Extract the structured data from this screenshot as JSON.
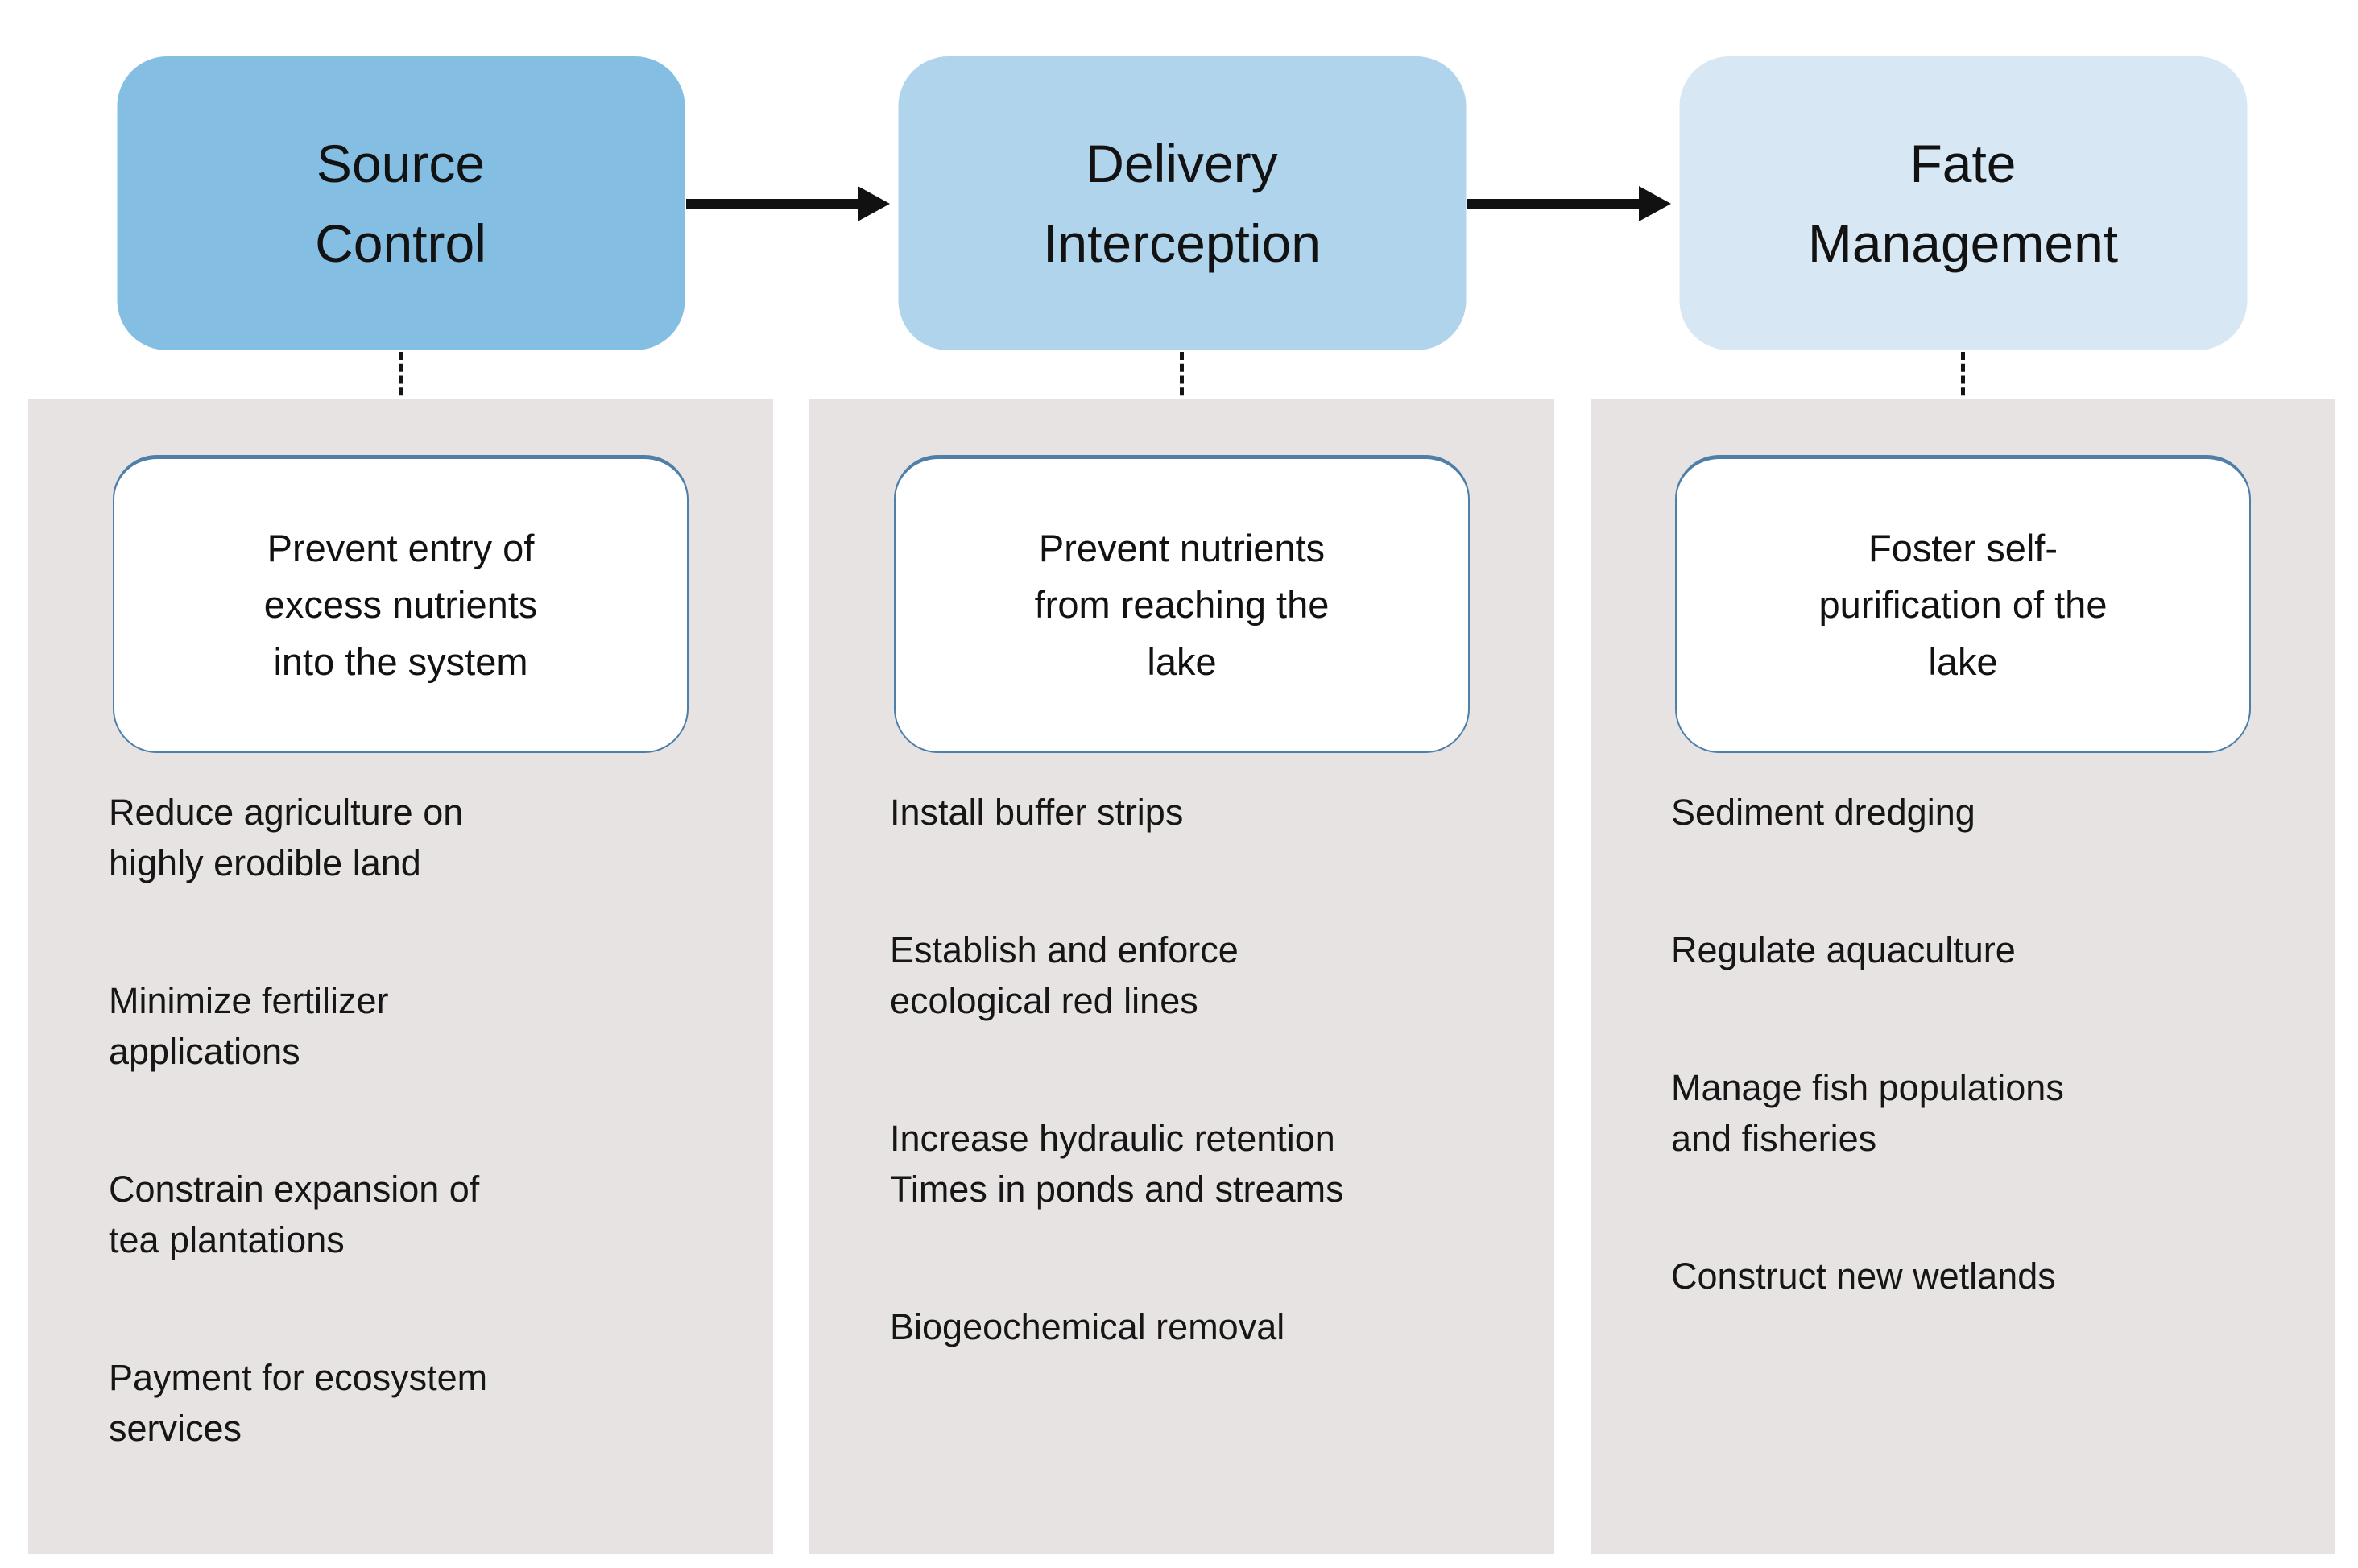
{
  "diagram": {
    "title": "Lake nutrient management strategy flow",
    "colors": {
      "panel_background": "#e6e3e2",
      "goal_box_border": "#4d7fa9",
      "arrow": "#111111",
      "text": "#141414",
      "header_source_control": "#84bfe3",
      "header_delivery_interception": "#b0d4ec",
      "header_fate_management": "#d8e7f4"
    },
    "columns": [
      {
        "id": "source-control",
        "header_label": "Source Control",
        "header_lines": [
          "Source",
          "Control"
        ],
        "header_color": "#84bfe3",
        "goal_label": "Prevent entry of excess nutrients into the system",
        "goal_lines": [
          "Prevent entry of",
          "excess nutrients",
          "into the system"
        ],
        "items": [
          {
            "label": "Reduce agriculture on highly erodible land",
            "lines": [
              "Reduce agriculture on",
              "highly erodible land"
            ]
          },
          {
            "label": "Minimize fertilizer applications",
            "lines": [
              "Minimize fertilizer",
              "applications"
            ]
          },
          {
            "label": "Constrain expansion of tea plantations",
            "lines": [
              "Constrain expansion of",
              "tea plantations"
            ]
          },
          {
            "label": "Payment for ecosystem services",
            "lines": [
              "Payment for ecosystem",
              "services"
            ]
          }
        ]
      },
      {
        "id": "delivery-interception",
        "header_label": "Delivery Interception",
        "header_lines": [
          "Delivery",
          "Interception"
        ],
        "header_color": "#b0d4ec",
        "goal_label": "Prevent nutrients from reaching the lake",
        "goal_lines": [
          "Prevent nutrients",
          "from reaching the",
          "lake"
        ],
        "items": [
          {
            "label": "Install buffer strips",
            "lines": [
              "Install buffer strips"
            ]
          },
          {
            "label": "Establish and enforce ecological red lines",
            "lines": [
              "Establish and enforce",
              "ecological red lines"
            ]
          },
          {
            "label": "Increase hydraulic retention Times in ponds and streams",
            "lines": [
              "Increase hydraulic retention",
              "Times in ponds and streams"
            ]
          },
          {
            "label": "Biogeochemical removal",
            "lines": [
              "Biogeochemical removal"
            ]
          }
        ]
      },
      {
        "id": "fate-management",
        "header_label": "Fate Management",
        "header_lines": [
          "Fate",
          "Management"
        ],
        "header_color": "#d8e7f4",
        "goal_label": "Foster self-purification of the lake",
        "goal_lines": [
          "Foster self-",
          "purification of the",
          "lake"
        ],
        "items": [
          {
            "label": "Sediment dredging",
            "lines": [
              "Sediment dredging"
            ]
          },
          {
            "label": "Regulate aquaculture",
            "lines": [
              "Regulate aquaculture"
            ]
          },
          {
            "label": "Manage fish populations and fisheries",
            "lines": [
              "Manage fish populations",
              "and fisheries"
            ]
          },
          {
            "label": "Construct new wetlands",
            "lines": [
              "Construct new wetlands"
            ]
          }
        ]
      }
    ],
    "arrows": [
      {
        "from": "source-control",
        "to": "delivery-interception"
      },
      {
        "from": "delivery-interception",
        "to": "fate-management"
      }
    ]
  }
}
